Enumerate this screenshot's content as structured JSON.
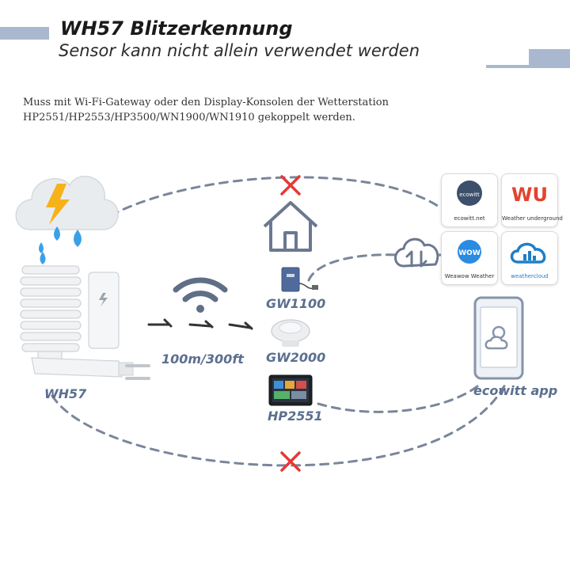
{
  "header": {
    "title": "WH57 Blitzerkennung",
    "subtitle": "Sensor kann nicht allein verwendet werden"
  },
  "description": {
    "line1": "Muss mit Wi-Fi-Gateway oder den Display-Konsolen der Wetterstation",
    "line2": "HP2551/HP2553/HP3500/WN1900/WN1910 gekoppelt werden."
  },
  "sensor": {
    "label": "WH57"
  },
  "range": {
    "label": "100m/300ft"
  },
  "devices": [
    {
      "label": "GW1100"
    },
    {
      "label": "GW2000"
    },
    {
      "label": "HP2551"
    }
  ],
  "phone": {
    "label": "ecowitt app"
  },
  "apps": [
    {
      "caption": "ecowitt.net",
      "logo_text": "ecowitt"
    },
    {
      "caption": "Weather underground",
      "logo_text": "WU"
    },
    {
      "caption": "Weawow Weather",
      "logo_text": "WOW"
    },
    {
      "caption": "weathercloud",
      "logo_text": ""
    }
  ],
  "colors": {
    "accent_bar": "#aab8cf",
    "label": "#5b6f8f",
    "dashed_line": "#7a869a",
    "cross": "#e53935",
    "lightning": "#f6b21b",
    "rain": "#3aa0e8"
  },
  "icons": [
    "cloud-lightning-icon",
    "wifi-icon",
    "house-icon",
    "cloud-sync-icon",
    "phone-weather-icon",
    "cross-icon"
  ]
}
